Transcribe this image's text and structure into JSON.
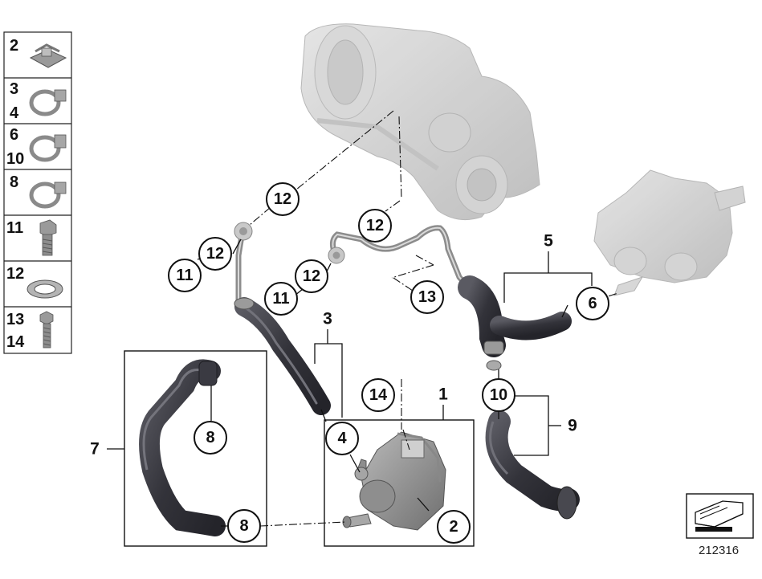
{
  "legend_items": [
    {
      "numbers": [
        "2"
      ],
      "icon": "hose-clip-icon"
    },
    {
      "numbers": [
        "3",
        "4"
      ],
      "icon": "hose-clamp-icon"
    },
    {
      "numbers": [
        "6",
        "10"
      ],
      "icon": "spring-clamp-icon"
    },
    {
      "numbers": [
        "8"
      ],
      "icon": "hose-clamp-icon"
    },
    {
      "numbers": [
        "11"
      ],
      "icon": "banjo-bolt-icon"
    },
    {
      "numbers": [
        "12"
      ],
      "icon": "sealing-ring-icon"
    },
    {
      "numbers": [
        "13",
        "14"
      ],
      "icon": "hex-bolt-icon"
    }
  ],
  "callouts": {
    "c12a": "12",
    "c12b": "12",
    "c12c": "12",
    "c12d": "12",
    "c11a": "11",
    "c11b": "11",
    "c13": "13",
    "c14": "14",
    "c6": "6",
    "c4": "4",
    "c10": "10",
    "c8a": "8",
    "c8b": "8",
    "c2": "2"
  },
  "plain_labels": {
    "p5": "5",
    "p3": "3",
    "p1": "1",
    "p9": "9",
    "p7": "7"
  },
  "reference_number": "212316",
  "colors": {
    "hose": "#3c3c44",
    "hose_highlight": "#6a6a72",
    "ghost_part": "#c9c9c9",
    "line": "#111111"
  }
}
